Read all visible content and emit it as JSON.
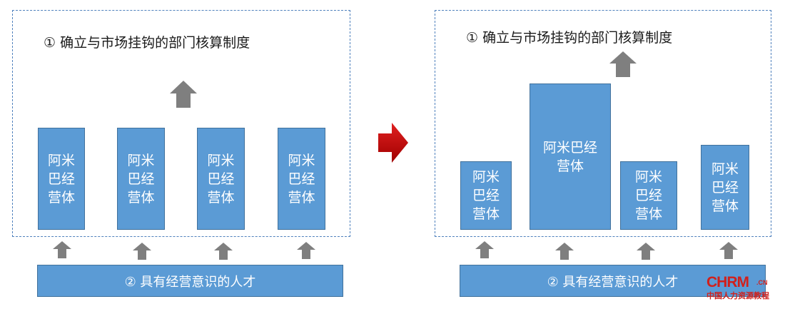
{
  "title": "① 确立与市场挂钩的部门核算制度",
  "unit_label_lines": [
    "阿米",
    "巴经",
    "营体"
  ],
  "unit_label_wide_lines": [
    "阿米巴经",
    "营体"
  ],
  "base_label": "② 具有经营意识的人才",
  "colors": {
    "unit_fill": "#5b9bd5",
    "arrow_gray": "#7f7f7f",
    "transition_arrow": "#c00000",
    "panel_border": "#4f81bd",
    "logo": "#d0201c"
  },
  "logo": {
    "brand": "CHRM",
    "suffix": ".CN",
    "tagline": "中国人力资源教程"
  }
}
